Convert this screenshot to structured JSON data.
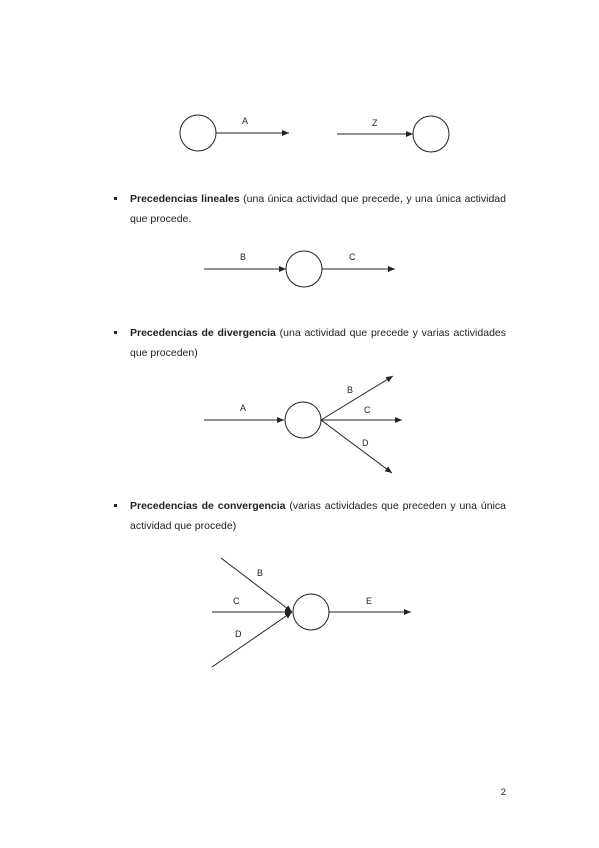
{
  "diagram_start_end": {
    "start_label": "A",
    "end_label": "Z"
  },
  "section_lineales": {
    "title": "Precedencias lineales",
    "description": "(una única actividad que precede, y una única actividad que procede.",
    "diagram": {
      "in_label": "B",
      "out_label": "C"
    }
  },
  "section_divergencia": {
    "title": "Precedencias de divergencia",
    "description": "(una actividad que precede y varias actividades que proceden)",
    "diagram": {
      "in_label": "A",
      "out_labels": [
        "B",
        "C",
        "D"
      ]
    }
  },
  "section_convergencia": {
    "title": "Precedencias de convergencia",
    "description": "(varias actividades que preceden y una única actividad que procede)",
    "diagram": {
      "in_labels": [
        "B",
        "C",
        "D"
      ],
      "out_label": "E"
    }
  },
  "page_number": "2"
}
